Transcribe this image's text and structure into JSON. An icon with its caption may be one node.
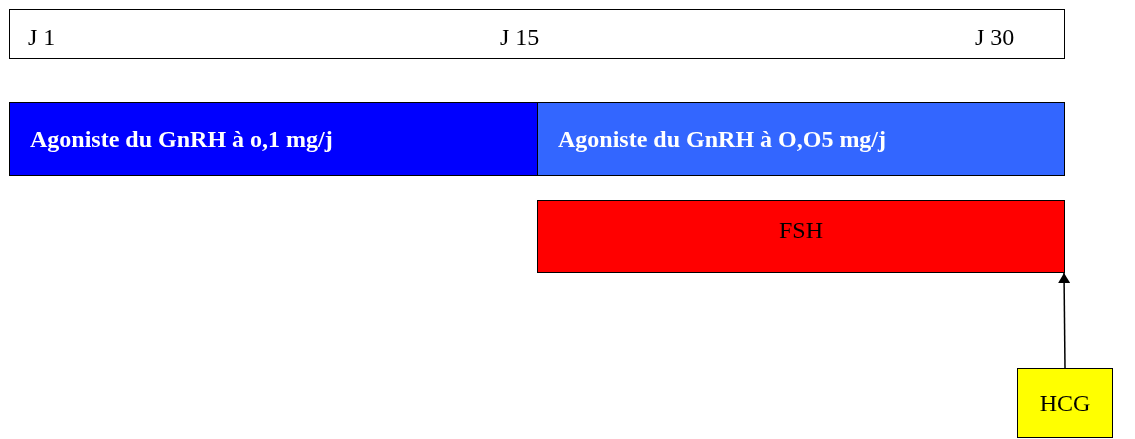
{
  "diagram": {
    "nodes": [
      {
        "text": [
          "J 1",
          "J 15",
          "J 30"
        ]
      },
      {
        "text": [
          "Agoniste du GnRH à o,1 mg/j"
        ]
      },
      {
        "text": [
          "Agoniste du GnRH à O,O5 mg/j"
        ]
      },
      {
        "text": [
          "FSH"
        ]
      },
      {
        "text": [
          "HCG"
        ]
      }
    ],
    "edges": [
      {
        "from": 4,
        "to": 3,
        "arrow": "to"
      }
    ]
  }
}
